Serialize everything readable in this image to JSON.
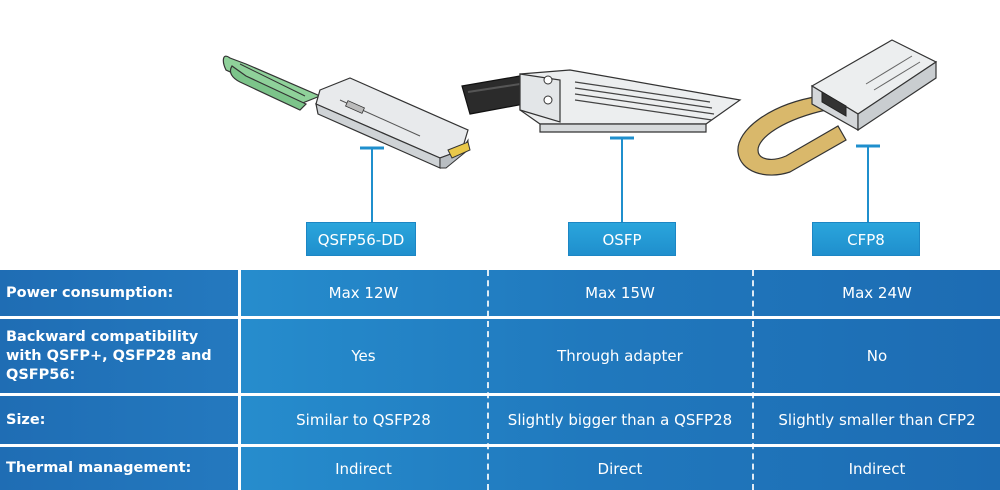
{
  "modules": [
    {
      "label": "QSFP56-DD",
      "icon": "qsfp56-dd-module-icon"
    },
    {
      "label": "OSFP",
      "icon": "osfp-module-icon"
    },
    {
      "label": "CFP8",
      "icon": "cfp8-module-icon"
    }
  ],
  "rows": [
    {
      "header": "Power consumption:",
      "values": [
        "Max 12W",
        "Max 15W",
        "Max 24W"
      ]
    },
    {
      "header": "Backward compatibility with QSFP+, QSFP28 and QSFP56:",
      "values": [
        "Yes",
        "Through adapter",
        "No"
      ]
    },
    {
      "header": "Size:",
      "values": [
        "Similar to QSFP28",
        "Slightly bigger than a QSFP28",
        "Slightly smaller than CFP2"
      ]
    },
    {
      "header": "Thermal management:",
      "values": [
        "Indirect",
        "Direct",
        "Indirect"
      ]
    }
  ],
  "colors": {
    "accent": "#1f8fcd",
    "table_bg": "#2078bd",
    "header_bg": "#1f6db4"
  }
}
